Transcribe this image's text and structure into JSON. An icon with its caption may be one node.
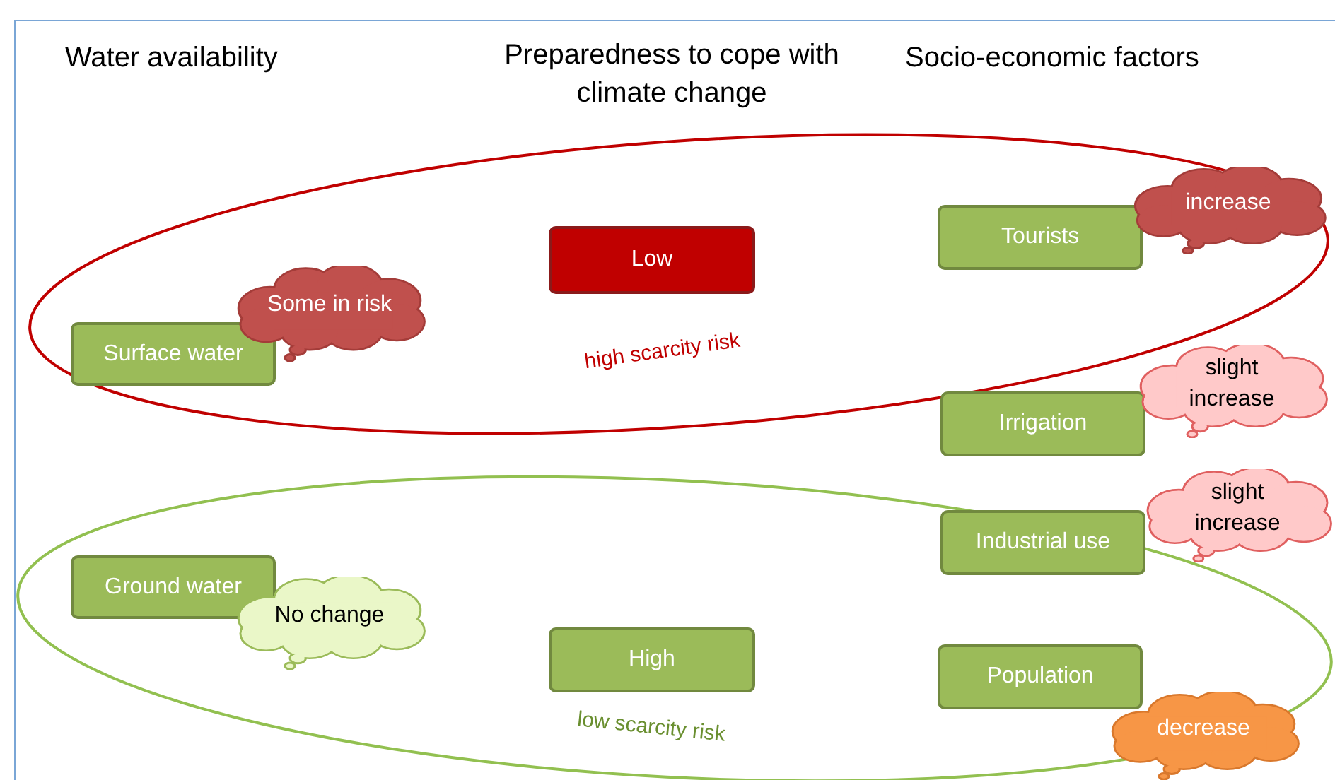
{
  "diagram": {
    "nodes": [
      {
        "text": [
          "high scarcity risk"
        ]
      },
      {
        "text": [
          "Surface water"
        ],
        "in": 0
      },
      {
        "text": [
          "Some in risk"
        ],
        "in": 0
      },
      {
        "text": [
          "Low"
        ],
        "in": 0
      },
      {
        "text": [
          "Tourists"
        ],
        "in": 0
      },
      {
        "text": [
          "increase"
        ],
        "in": 0
      },
      {
        "text": [
          "Irrigation"
        ]
      },
      {
        "text": [
          "slight increase"
        ]
      },
      {
        "text": [
          "Industrial use"
        ],
        "in": 10
      },
      {
        "text": [
          "slight increase"
        ]
      },
      {
        "text": [
          "low scarcity risk"
        ]
      },
      {
        "text": [
          "Ground water"
        ],
        "in": 10
      },
      {
        "text": [
          "No change"
        ],
        "in": 10
      },
      {
        "text": [
          "High"
        ],
        "in": 10
      },
      {
        "text": [
          "Population"
        ],
        "in": 10
      },
      {
        "text": [
          "decrease"
        ],
        "in": 10
      }
    ],
    "labels": [
      "Water availability",
      "Preparedness to cope with climate change",
      "Socio-economic factors"
    ]
  }
}
